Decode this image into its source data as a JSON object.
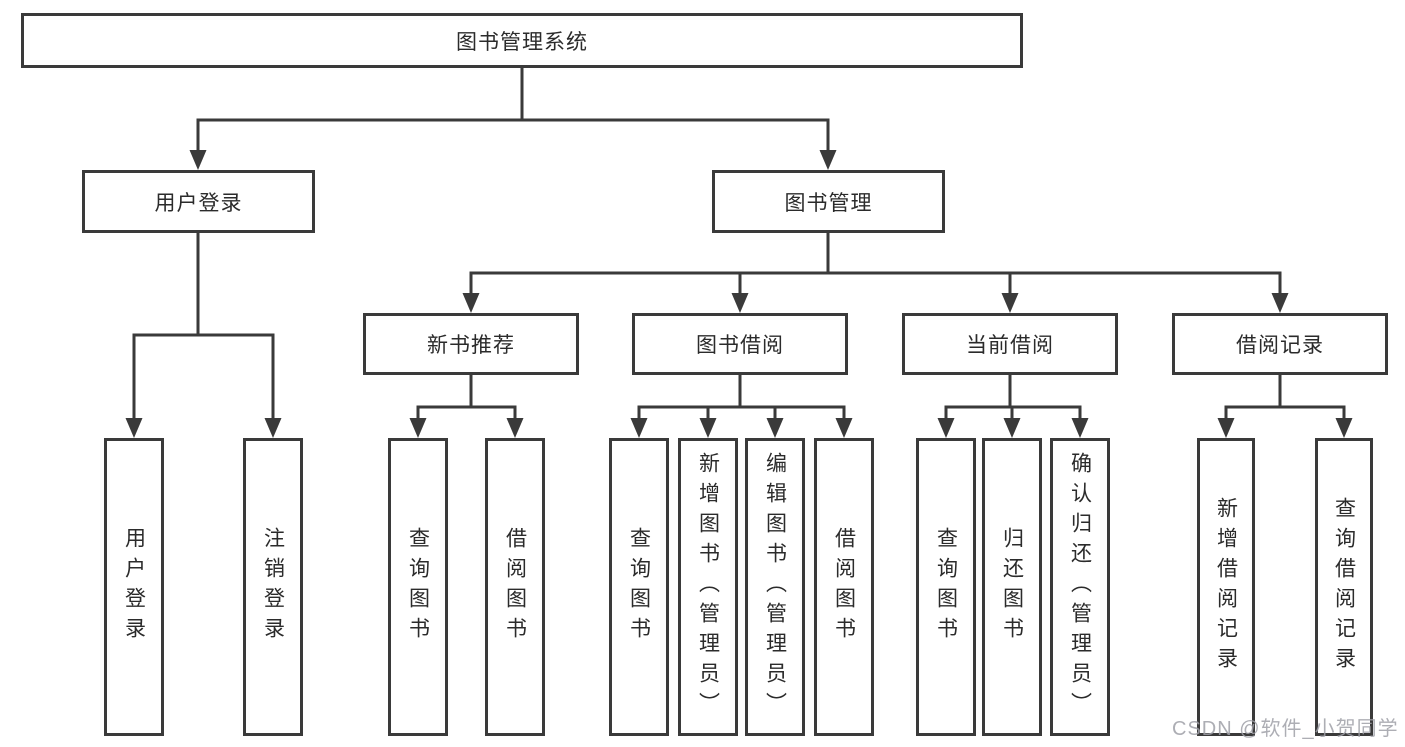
{
  "diagram": {
    "root": {
      "label": "图书管理系统"
    },
    "branches": [
      {
        "label": "用户登录",
        "children": [
          {
            "label": "用户登录"
          },
          {
            "label": "注销登录"
          }
        ]
      },
      {
        "label": "图书管理",
        "children": [
          {
            "label": "新书推荐",
            "children": [
              {
                "label": "查询图书"
              },
              {
                "label": "借阅图书"
              }
            ]
          },
          {
            "label": "图书借阅",
            "children": [
              {
                "label": "查询图书"
              },
              {
                "label": "新增图书（管理员）"
              },
              {
                "label": "编辑图书（管理员）"
              },
              {
                "label": "借阅图书"
              }
            ]
          },
          {
            "label": "当前借阅",
            "children": [
              {
                "label": "查询图书"
              },
              {
                "label": "归还图书"
              },
              {
                "label": "确认归还（管理员）"
              }
            ]
          },
          {
            "label": "借阅记录",
            "children": [
              {
                "label": "新增借阅记录"
              },
              {
                "label": "查询借阅记录"
              }
            ]
          }
        ]
      }
    ]
  },
  "watermark": {
    "text": "CSDN @软件_小贺同学"
  },
  "colors": {
    "line": "#3a3a3a",
    "text": "#2b2b2b",
    "background": "#ffffff",
    "watermark": "#9fa0a8"
  }
}
